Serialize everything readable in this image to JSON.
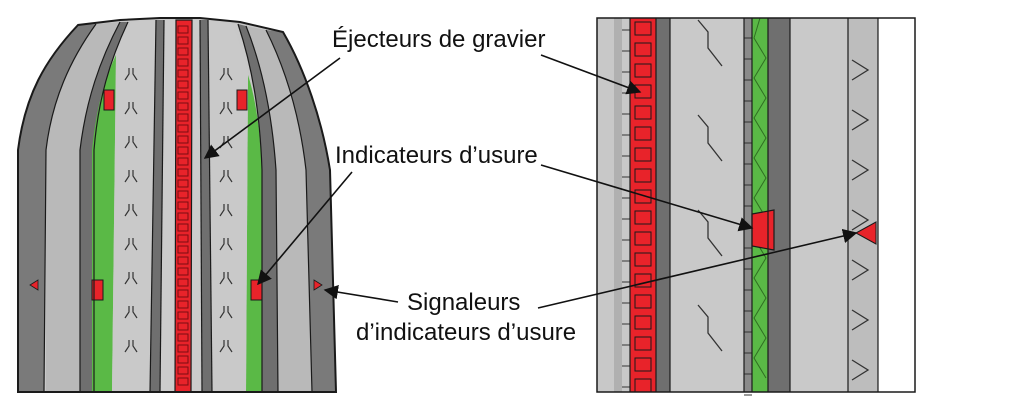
{
  "labels": {
    "gravel_ejectors": "Éjecteurs de gravier",
    "wear_indicators": "Indicateurs d’usure",
    "wear_indicator_markers_line1": "Signaleurs",
    "wear_indicator_markers_line2": "d’indicateurs d’usure"
  },
  "colors": {
    "tread_light": "#c8c8c8",
    "tread_mid": "#a9a9a9",
    "groove_dark": "#6f6f6f",
    "outline": "#1a1a1a",
    "ejector_red": "#e8232a",
    "ejector_dark": "#8e0f14",
    "groove_green": "#5ab946"
  },
  "icons": {
    "wear_indicator_marker": "red-triangle-icon",
    "wear_indicator_bar": "red-block-icon",
    "gravel_ejector": "red-square-icon"
  }
}
